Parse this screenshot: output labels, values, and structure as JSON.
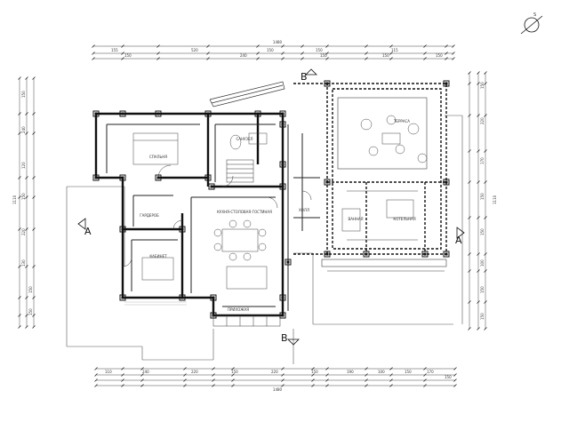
{
  "section_marks": {
    "a_left": "A",
    "a_right": "A",
    "b_top": "B",
    "b_bottom": "B"
  },
  "north_arrow": {
    "label": "S"
  },
  "room_labels": [
    "СПАЛЬНЯ",
    "САНУЗЕЛ",
    "ГАРДЕРОБ",
    "КУХНЯ-СТОЛОВАЯ-ГОСТИНАЯ",
    "ТЕРРАСА",
    "ХОЛЛ",
    "КАБИНЕТ",
    "ВАННАЯ",
    "ПРИХОЖАЯ",
    "КОТЕЛЬНАЯ"
  ],
  "dimensions_top": [
    "155",
    "520",
    "150",
    "150",
    "115",
    "150",
    "240",
    "150",
    "150",
    "150"
  ],
  "dimensions_bottom": [
    "110",
    "240",
    "220",
    "150",
    "220",
    "150",
    "190",
    "100",
    "150",
    "170",
    "150"
  ],
  "dimensions_left": [
    "150",
    "240",
    "120",
    "150",
    "220",
    "130",
    "150",
    "150"
  ],
  "dimensions_right": [
    "150",
    "220",
    "170",
    "150",
    "150",
    "100",
    "150",
    "150"
  ],
  "total_top": "1480",
  "total_bottom": "1480",
  "total_left": "1110",
  "total_right": "1110"
}
